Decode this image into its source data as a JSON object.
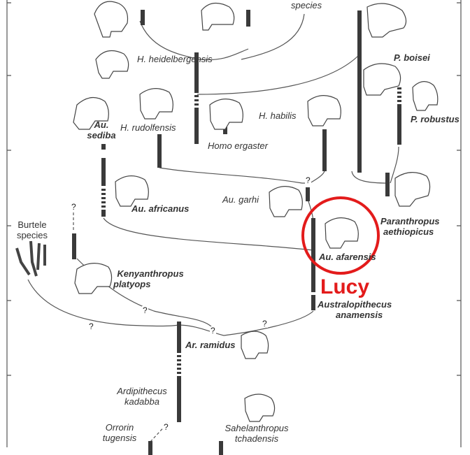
{
  "colors": {
    "line": "#555555",
    "bar": "#3a3a3a",
    "highlight": "#e31b1b",
    "skull": "#444444"
  },
  "taxa": {
    "species_top": "species",
    "h_heidelbergensis": "H. heidelbergensis",
    "p_boisei": "P. boisei",
    "au_sediba_1": "Au.",
    "au_sediba_2": "sediba",
    "h_rudolfensis": "H. rudolfensis",
    "h_habilis": "H. habilis",
    "p_robustus": "P. robustus",
    "homo_ergaster": "Homo ergaster",
    "au_garhi": "Au. garhi",
    "au_africanus": "Au. africanus",
    "paranthropus_1": "Paranthropus",
    "paranthropus_2": "aethiopicus",
    "burtele_1": "Burtele",
    "burtele_2": "species",
    "au_afarensis": "Au. afarensis",
    "kenyanthropus_1": "Kenyanthropus",
    "kenyanthropus_2": "platyops",
    "lucy": "Lucy",
    "anamensis_1": "Australopithecus",
    "anamensis_2": "anamensis",
    "ar_ramidus": "Ar. ramidus",
    "ardipithecus_1": "Ardipithecus",
    "ardipithecus_2": "kadabba",
    "orrorin_1": "Orrorin",
    "orrorin_2": "tugensis",
    "sahelanthropus_1": "Sahelanthropus",
    "sahelanthropus_2": "tchadensis"
  },
  "question_mark": "?",
  "skull_icons": [
    "skull-icon-top-left",
    "skull-icon-top-center",
    "skull-icon-top-right"
  ]
}
